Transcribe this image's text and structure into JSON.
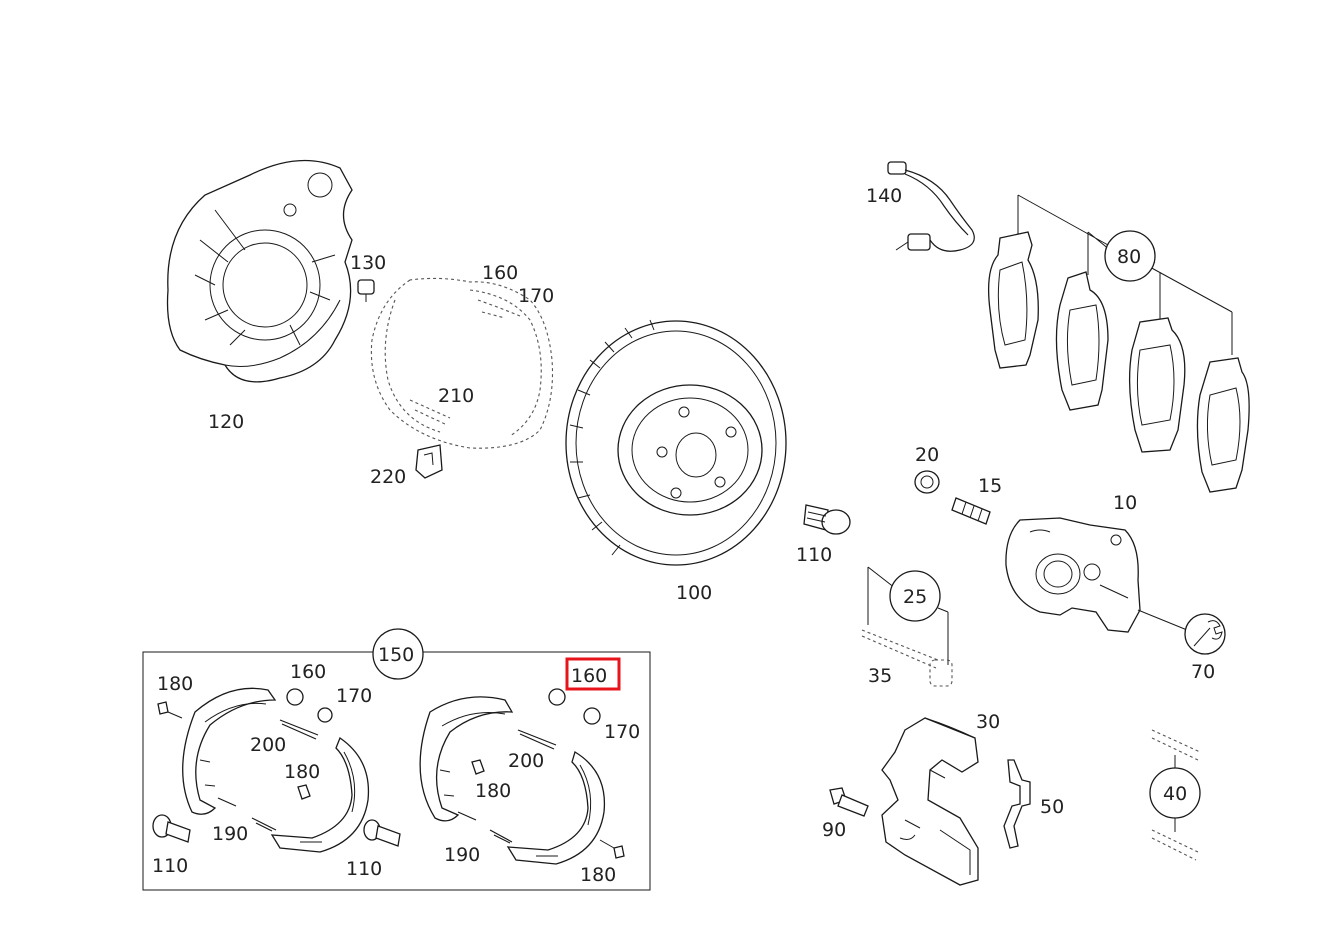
{
  "highlight_color": "#e8141c",
  "highlighted_callout": "160",
  "parts": {
    "p120": "120",
    "p130": "130",
    "p160a": "160",
    "p170a": "170",
    "p210": "210",
    "p220": "220",
    "p100": "100",
    "p110a": "110",
    "p140": "140",
    "p80": "80",
    "p20": "20",
    "p15": "15",
    "p10": "10",
    "p25": "25",
    "p35": "35",
    "p70": "70",
    "p30": "30",
    "p50": "50",
    "p90": "90",
    "p40": "40",
    "p150": "150",
    "p180a": "180",
    "p160b": "160",
    "p170b": "170",
    "p200a": "200",
    "p180b": "180",
    "p190a": "190",
    "p110b": "110",
    "p110c": "110",
    "p160c": "160",
    "p170c": "170",
    "p200b": "200",
    "p180c": "180",
    "p190b": "190",
    "p180d": "180"
  }
}
